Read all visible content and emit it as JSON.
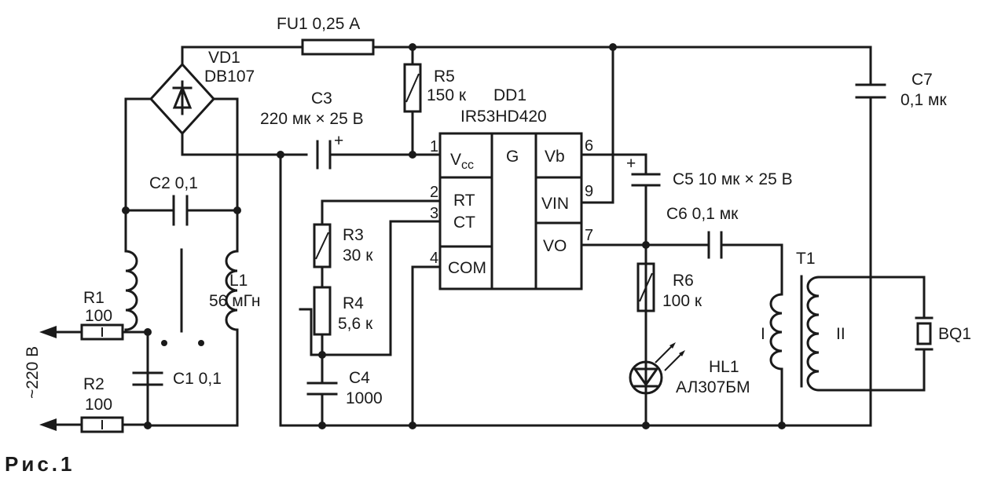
{
  "figure_caption": "Рис.1",
  "mains_label": "~220 В",
  "components": {
    "fu1": "FU1 0,25 А",
    "vd1_ref": "VD1",
    "vd1_part": "DB107",
    "r5_ref": "R5",
    "r5_val": "150 к",
    "c3_ref": "C3",
    "c3_val": "220 мк × 25 В",
    "dd1_ref": "DD1",
    "dd1_part": "IR53HD420",
    "c7_ref": "C7",
    "c7_val": "0,1 мк",
    "c2": "C2 0,1",
    "c5": "C5 10 мк × 25 В",
    "c6": "C6 0,1 мк",
    "r3_ref": "R3",
    "r3_val": "30 к",
    "r4_ref": "R4",
    "r4_val": "5,6 к",
    "l1_ref": "L1",
    "l1_val": "56 мГн",
    "r1_ref": "R1",
    "r1_val": "100",
    "r2_ref": "R2",
    "r2_val": "100",
    "c1": "C1 0,1",
    "c4_ref": "C4",
    "c4_val": "1000",
    "r6_ref": "R6",
    "r6_val": "100 к",
    "t1_ref": "T1",
    "t1_w1": "I",
    "t1_w2": "II",
    "hl1_ref": "HL1",
    "hl1_part": "АЛ307БМ",
    "bq1_ref": "BQ1",
    "plus": "+"
  },
  "ic": {
    "vcc_main": "V",
    "vcc_sub": "cc",
    "g": "G",
    "vb": "Vb",
    "vin": "VIN",
    "vo": "VO",
    "rt": "RT",
    "ct": "CT",
    "com": "COM",
    "pins": {
      "p1": "1",
      "p2": "2",
      "p3": "3",
      "p4": "4",
      "p6": "6",
      "p7": "7",
      "p9": "9"
    }
  }
}
